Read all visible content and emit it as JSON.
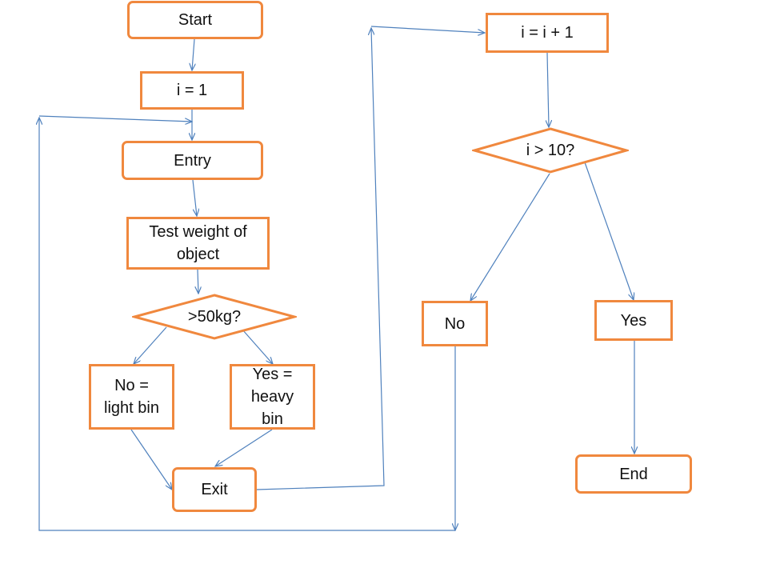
{
  "diagram": {
    "colors": {
      "node_border": "#f0883e",
      "connector": "#4f81bd",
      "text": "#111111"
    },
    "nodes": {
      "start": "Start",
      "init": "i = 1",
      "entry": "Entry",
      "test_weight": "Test weight of object",
      "decision_weight": ">50kg?",
      "light_bin": "No = light bin",
      "heavy_bin": "Yes = heavy bin",
      "exit": "Exit",
      "increment": "i = i + 1",
      "decision_count": "i > 10?",
      "no_branch": "No",
      "yes_branch": "Yes",
      "end": "End"
    }
  }
}
